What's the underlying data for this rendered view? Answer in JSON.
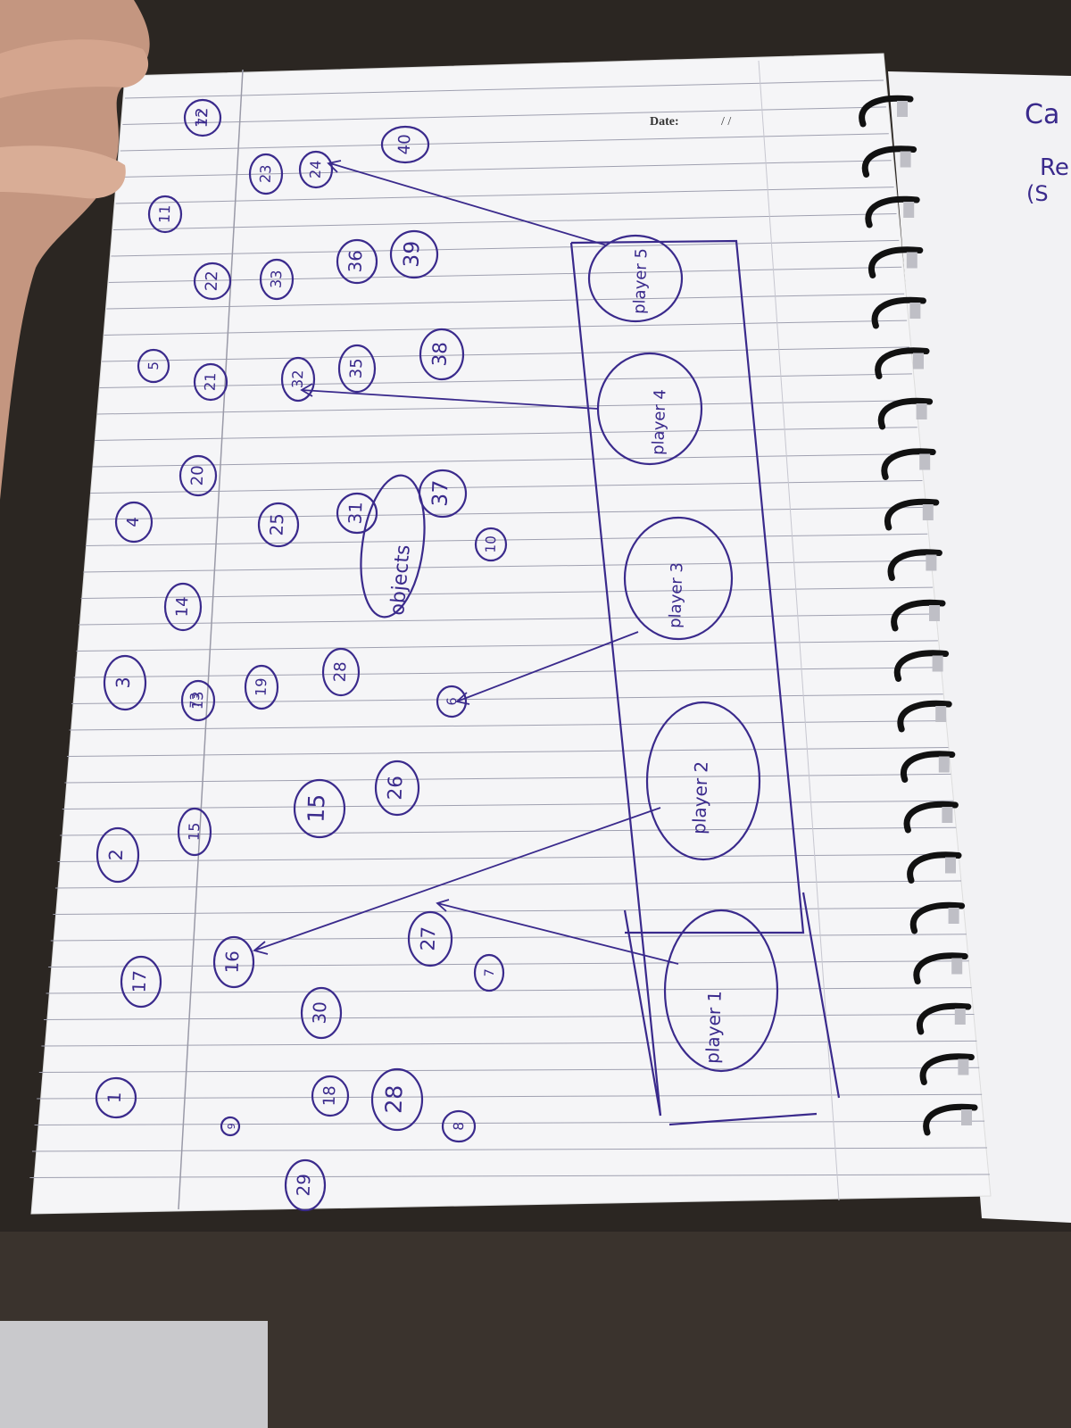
{
  "page": {
    "date_label": "Date:",
    "date_separators": "/        /",
    "right_page_fragments": [
      "Ca",
      "Re",
      "(S"
    ]
  },
  "sketch": {
    "ink_color": "#3a2a8c",
    "paper_color": "#f4f4f6",
    "rule_color": "#8a8a9a",
    "numbered_circles": [
      "1",
      "2",
      "3",
      "4",
      "5",
      "6",
      "7",
      "8",
      "9",
      "10",
      "11",
      "12",
      "13",
      "14",
      "15",
      "15",
      "16",
      "17",
      "18",
      "19",
      "20",
      "21",
      "22",
      "23",
      "24",
      "25",
      "26",
      "27",
      "28",
      "28",
      "29",
      "30",
      "31",
      "32",
      "33",
      "35",
      "36",
      "37",
      "38",
      "39",
      "40",
      "72",
      "73"
    ],
    "objects_label": "objects",
    "players": [
      "player 1",
      "player 2",
      "player 3",
      "player 4",
      "player 5"
    ]
  }
}
